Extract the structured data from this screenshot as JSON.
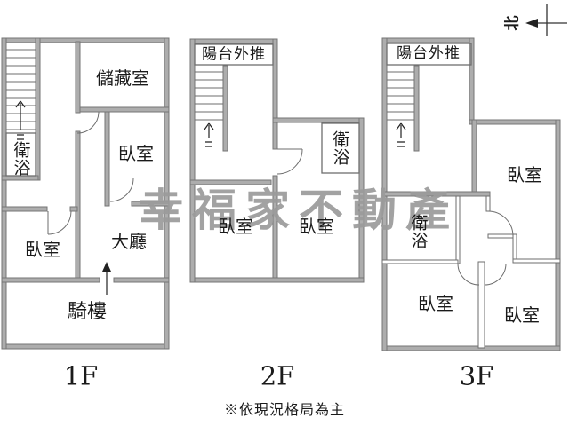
{
  "compass": {
    "north": "北"
  },
  "watermark": {
    "text": "幸福家不動產",
    "color": "#9b9b9b"
  },
  "footnote": "※依現況格局為主",
  "floors": [
    {
      "name": "1F",
      "rooms": {
        "storage": "儲藏室",
        "bath": "衛浴",
        "bedroom_mid": "臥室",
        "bedroom_left": "臥室",
        "hall": "大廳",
        "arcade": "騎樓"
      }
    },
    {
      "name": "2F",
      "rooms": {
        "balcony": "陽台外推",
        "bath": "衛浴",
        "bedroom_left": "臥室",
        "bedroom_right": "臥室"
      }
    },
    {
      "name": "3F",
      "rooms": {
        "balcony": "陽台外推",
        "bath": "衛浴",
        "bedroom_top": "臥室",
        "bedroom_bottom_left": "臥室",
        "bedroom_bottom_right": "臥室"
      }
    }
  ],
  "colors": {
    "wall_fill": "#adadad",
    "wall_edge": "#757575",
    "line": "#666666",
    "text": "#1a1a1a",
    "background": "#ffffff"
  }
}
